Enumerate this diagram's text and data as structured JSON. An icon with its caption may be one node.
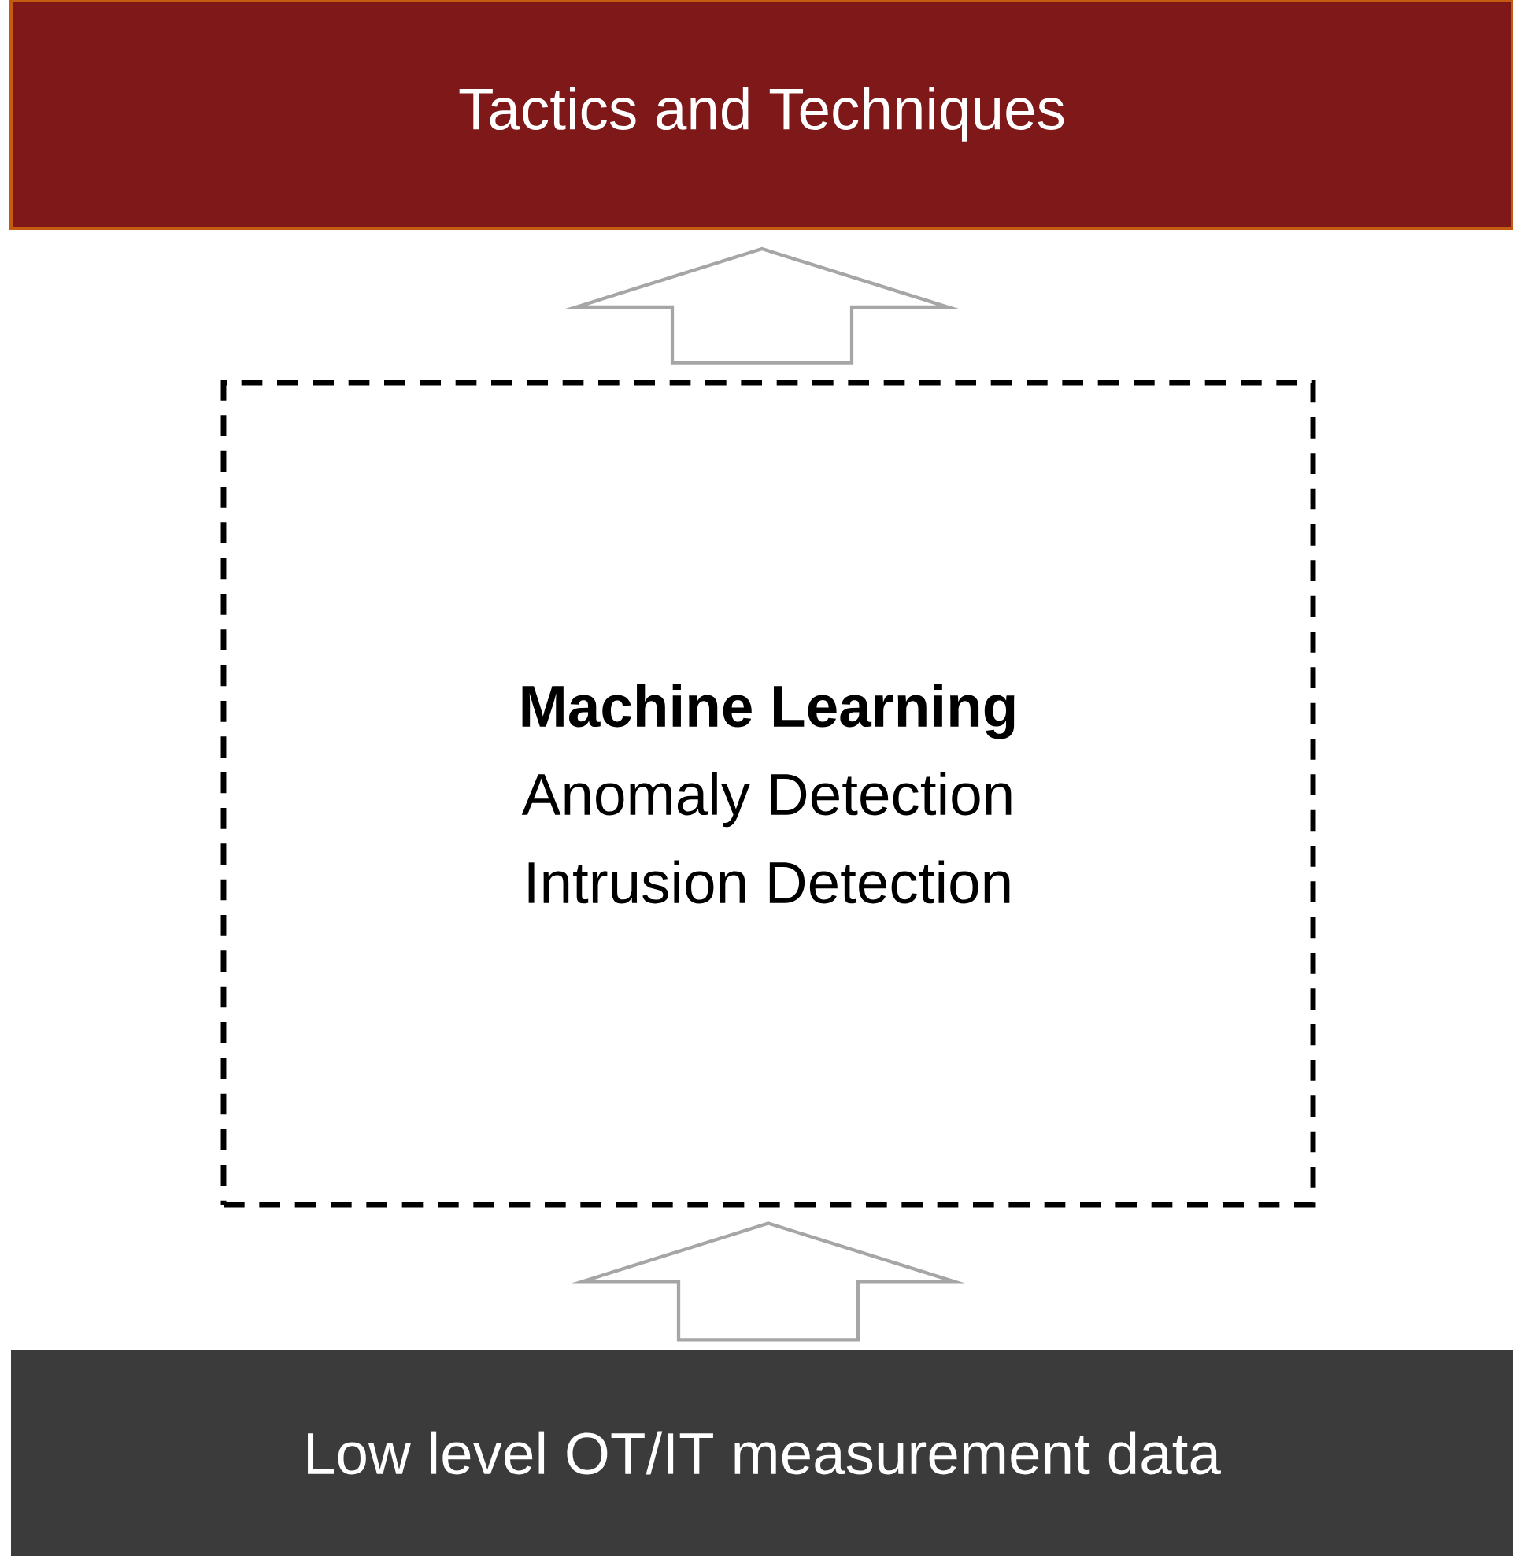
{
  "diagram": {
    "nodes": [
      {
        "text": [
          "Tactics and Techniques"
        ]
      },
      {
        "text": [
          "Machine Learning",
          "Anomaly Detection",
          "Intrusion Detection"
        ]
      },
      {
        "text": [
          "Low level OT/IT measurement data"
        ]
      }
    ],
    "edges": [
      {
        "from": 2,
        "to": 1,
        "arrow": "to"
      },
      {
        "from": 1,
        "to": 0,
        "arrow": "to"
      }
    ]
  }
}
